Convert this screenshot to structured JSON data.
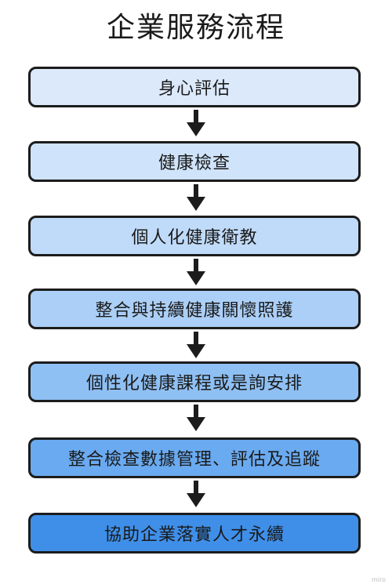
{
  "title": "企業服務流程",
  "steps": [
    {
      "label": "身心評估",
      "fill": "#dbe9fb"
    },
    {
      "label": "健康檢查",
      "fill": "#cfe3fb"
    },
    {
      "label": "個人化健康衛教",
      "fill": "#c0dbf9"
    },
    {
      "label": "整合與持續健康關懷照護",
      "fill": "#abcff7"
    },
    {
      "label": "個性化健康課程或是詢安排",
      "fill": "#8fc0f4"
    },
    {
      "label": "整合檢查數據管理、評估及追蹤",
      "fill": "#6aaaf0"
    },
    {
      "label": "協助企業落實人才永續",
      "fill": "#3f8fe9"
    }
  ],
  "watermark": "miro"
}
